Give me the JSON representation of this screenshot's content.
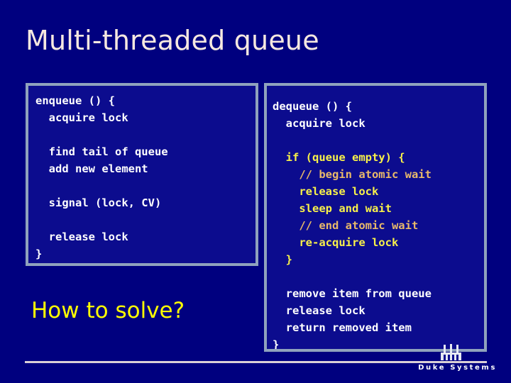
{
  "slide": {
    "title": "Multi-threaded queue",
    "background_color": "#00007f",
    "title_color": "#f6e8e0",
    "box_fill_color": "#0c0c8e",
    "box_border_color": "#8fa2bd"
  },
  "enqueue_box": {
    "name": "enqueue-code-block",
    "lines": [
      {
        "text": "enqueue () {",
        "color": "white"
      },
      {
        "text": "  acquire lock",
        "color": "white"
      },
      {
        "text": "",
        "color": "white"
      },
      {
        "text": "  find tail of queue",
        "color": "white"
      },
      {
        "text": "  add new element",
        "color": "white"
      },
      {
        "text": "",
        "color": "white"
      },
      {
        "text": "  signal (lock, CV)",
        "color": "white"
      },
      {
        "text": "",
        "color": "white"
      },
      {
        "text": "  release lock",
        "color": "white"
      },
      {
        "text": "}",
        "color": "white"
      }
    ]
  },
  "dequeue_box": {
    "name": "dequeue-code-block",
    "lines": [
      {
        "text": "dequeue () {",
        "color": "white"
      },
      {
        "text": "  acquire lock",
        "color": "white"
      },
      {
        "text": "",
        "color": "white"
      },
      {
        "text": "  if (queue empty) {",
        "color": "yellow"
      },
      {
        "text": "    // begin atomic wait",
        "color": "tan"
      },
      {
        "text": "    release lock",
        "color": "yellow"
      },
      {
        "text": "    sleep and wait",
        "color": "yellow"
      },
      {
        "text": "    // end atomic wait",
        "color": "tan"
      },
      {
        "text": "    re-acquire lock",
        "color": "yellow"
      },
      {
        "text": "  }",
        "color": "yellow"
      },
      {
        "text": "",
        "color": "white"
      },
      {
        "text": "  remove item from queue",
        "color": "white"
      },
      {
        "text": "  release lock",
        "color": "white"
      },
      {
        "text": "  return removed item",
        "color": "white"
      },
      {
        "text": "}",
        "color": "white"
      }
    ]
  },
  "callout": {
    "text": "How to solve?",
    "color": "#ffff00"
  },
  "footer": {
    "brand": "Duke Systems",
    "logo_icon": "duke-chapel-icon",
    "rule_color": "#d9cfd6"
  }
}
